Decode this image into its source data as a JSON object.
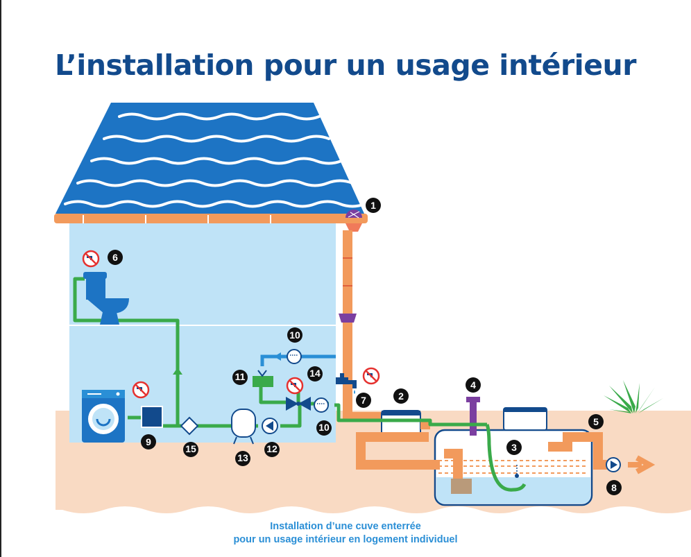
{
  "title": "L’installation pour un usage intérieur",
  "caption": {
    "line1": "Installation d’une cuve enterrée",
    "line2": "pour un usage intérieur en logement individuel"
  },
  "badges": [
    {
      "label": "1"
    },
    {
      "label": "2"
    },
    {
      "label": "3"
    },
    {
      "label": "4"
    },
    {
      "label": "5"
    },
    {
      "label": "6"
    },
    {
      "label": "7"
    },
    {
      "label": "8"
    },
    {
      "label": "9"
    },
    {
      "label": "10"
    },
    {
      "label": "10"
    },
    {
      "label": "11"
    },
    {
      "label": "12"
    },
    {
      "label": "13"
    },
    {
      "label": "14"
    },
    {
      "label": "15"
    }
  ],
  "colors": {
    "title": "#124a8c",
    "caption": "#2b8fd6",
    "roof": "#1d74c4",
    "wall": "#bfe3f7",
    "ground": "#f9dac3",
    "green_pipe": "#3aaa4a",
    "orange_pipe": "#f29a5c",
    "blue_pipe": "#2a8fd6",
    "badge": "#111111"
  },
  "icons": [
    "gutter-filter-icon",
    "no-drinking-water-icon",
    "tap-icon",
    "washing-machine-icon",
    "toilet-icon",
    "pump-icon",
    "expansion-tank-icon",
    "water-meter-icon",
    "check-valve-icon",
    "plant-icon"
  ]
}
